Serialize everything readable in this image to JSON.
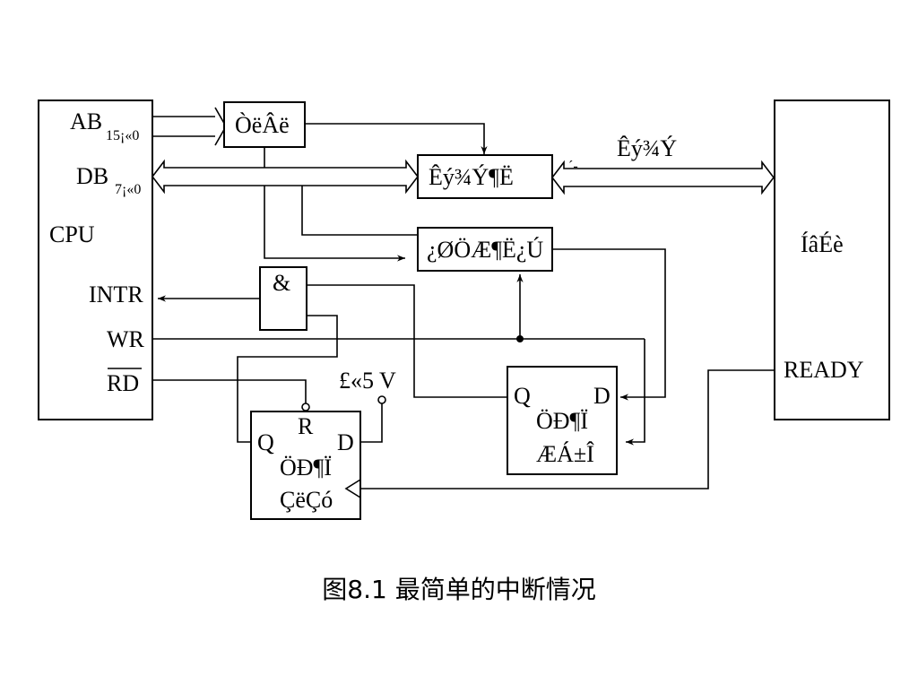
{
  "diagram": {
    "cpu": {
      "title": "CPU",
      "ab": "AB",
      "ab_range": "15¡«0",
      "db": "DB",
      "db_range": "7¡«0",
      "intr": "INTR",
      "wr": "WR",
      "rd": "RD"
    },
    "decoder": {
      "label": "ÒëÂë"
    },
    "data_register": {
      "label": "Êý¾Ý¶Ë"
    },
    "data_bus_label": "Êý¾Ý",
    "data_bus_tick": "´-",
    "control_register": {
      "label": "¿ØÖÆ¶Ë¿Ú"
    },
    "and_gate": {
      "label": "&"
    },
    "peripheral": {
      "title": "ÍâÉè",
      "ready": "READY"
    },
    "power": "£«5 V",
    "interrupt_ff": {
      "q": "Q",
      "d": "D",
      "line1": "ÖÐ¶Ï",
      "line2": "ÆÁ±Î"
    },
    "request_ff": {
      "r": "R",
      "q": "Q",
      "d": "D",
      "line1": "ÖÐ¶Ï",
      "line2": "ÇëÇó"
    }
  },
  "caption": "图8.1  最简单的中断情况"
}
